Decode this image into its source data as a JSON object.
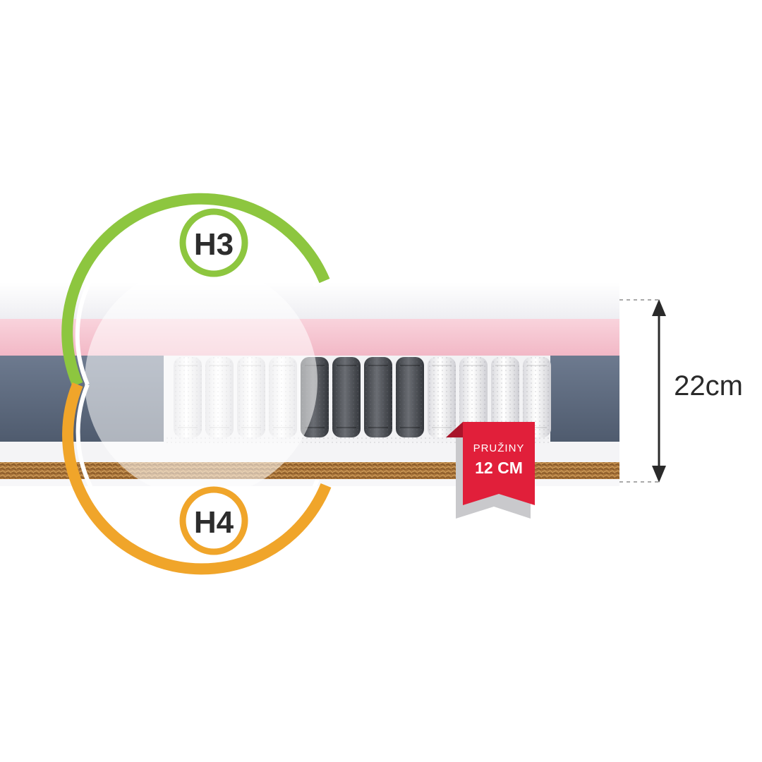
{
  "firmness": {
    "top_label": "H3",
    "bottom_label": "H4",
    "top_color": "#8dc63f",
    "bottom_color": "#f0a52a"
  },
  "height": {
    "label": "22cm"
  },
  "springs_badge": {
    "line1": "PRUŽINY",
    "line2": "12 CM",
    "color": "#e11f3a"
  },
  "layers": {
    "top_cover_color": "#f7f7f9",
    "pink_foam_color": "#f5c3cf",
    "side_foam_color": "#5e6b80",
    "coconut_color": "#b07a3c"
  },
  "springs": {
    "pattern": [
      "white",
      "white",
      "white",
      "white",
      "dark",
      "dark",
      "dark",
      "dark",
      "white",
      "white",
      "white",
      "white"
    ]
  }
}
